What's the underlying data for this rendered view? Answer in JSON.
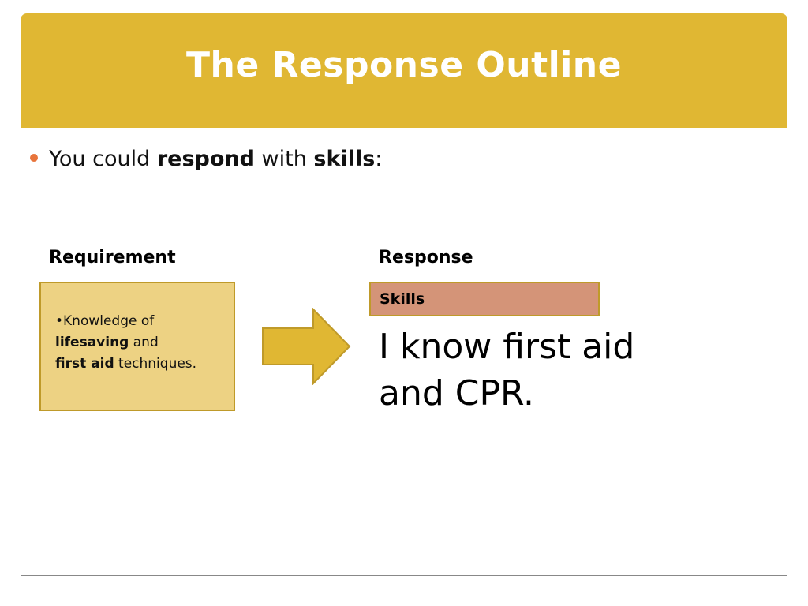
{
  "slide": {
    "title": "The Response Outline",
    "bullet": {
      "prefix": "You could ",
      "bold1": "respond",
      "middle": " with ",
      "bold2": "skills",
      "suffix": ":"
    },
    "requirement": {
      "header": "Requirement",
      "line1": "•Knowledge of",
      "bold1": "lifesaving",
      "after_bold1": " and",
      "bold2": "first aid",
      "after_bold2": " techniques."
    },
    "response": {
      "header": "Response",
      "label": "Skills",
      "text": "I know first aid and CPR."
    }
  },
  "colors": {
    "banner": "#e0b733",
    "bullet_dot": "#e8743b",
    "requirement_box": "#edd283",
    "requirement_border": "#bf9a2a",
    "skills_box": "#d49478",
    "arrow_fill": "#e0b733"
  },
  "icons": {
    "bullet": "bullet-dot-icon",
    "arrow": "right-arrow-icon"
  }
}
